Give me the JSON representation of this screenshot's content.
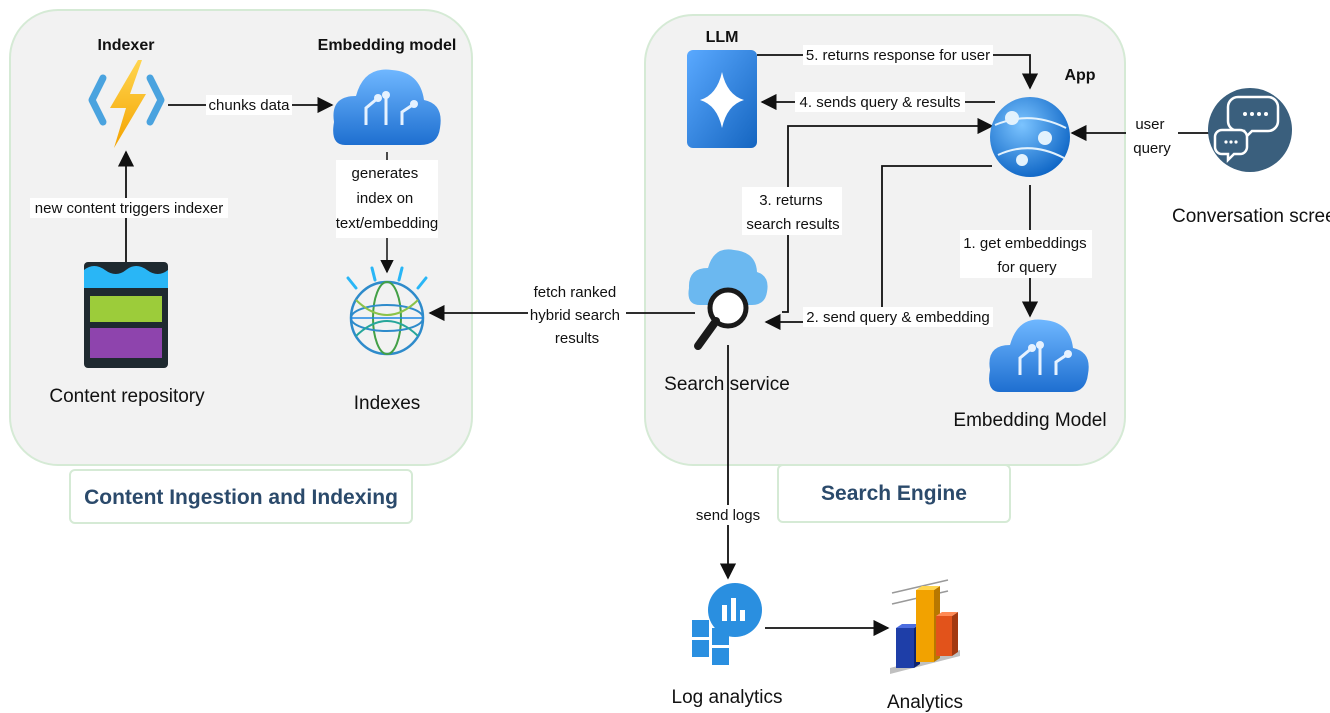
{
  "groups": {
    "ingestion": "Content Ingestion and Indexing",
    "engine": "Search Engine"
  },
  "nodes": {
    "indexer": "Indexer",
    "embedding_model_top": "Embedding model",
    "content_repository": "Content repository",
    "indexes": "Indexes",
    "llm": "LLM",
    "app": "App",
    "conversation_screen": "Conversation screen",
    "search_service": "Search service",
    "embedding_model_bottom": "Embedding Model",
    "log_analytics": "Log analytics",
    "analytics": "Analytics"
  },
  "edges": {
    "chunks_data": "chunks data",
    "new_content_triggers": "new content triggers indexer",
    "generates_index": [
      "generates",
      "index on",
      "text/embedding"
    ],
    "fetch_ranked": [
      "fetch ranked",
      "hybrid search",
      "results"
    ],
    "returns_response": "5. returns response for user",
    "sends_query_results": "4. sends query & results",
    "returns_search": [
      "3. returns",
      "search results"
    ],
    "get_embeddings": [
      "1. get embeddings",
      "for query"
    ],
    "send_query_embedding": "2. send query & embedding",
    "user_query": [
      "user",
      "query"
    ],
    "send_logs": "send logs"
  },
  "colors": {
    "panel_fill": "#f2f2f2",
    "panel_stroke": "#d5ead5",
    "title_text": "#2b4a6b",
    "azure_blue": "#1e88e5",
    "chat_circle": "#3a5f7d"
  },
  "icons": {
    "indexer": "azure-function-icon",
    "embedding": "cognitive-cloud-icon",
    "repository": "data-layers-icon",
    "indexes": "globe-network-icon",
    "llm": "sparkle-icon",
    "app": "web-app-globe-icon",
    "conversation": "chat-bubbles-icon",
    "search": "cloud-search-icon",
    "log": "log-analytics-icon",
    "analytics": "bar-chart-3d-icon"
  }
}
